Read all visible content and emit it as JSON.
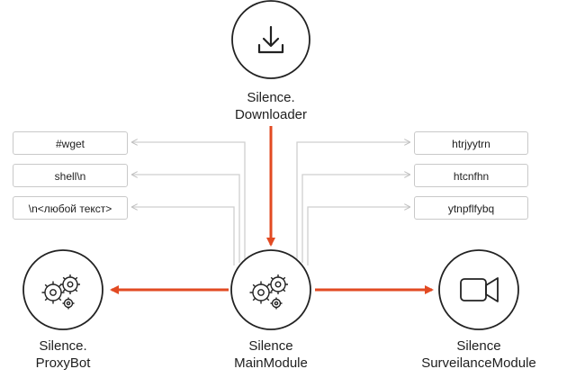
{
  "nodes": {
    "downloader": {
      "line1": "Silence.",
      "line2": "Downloader",
      "icon": "download-icon"
    },
    "proxybot": {
      "line1": "Silence.",
      "line2": "ProxyBot",
      "icon": "gears-icon"
    },
    "main": {
      "line1": "Silence",
      "line2": "MainModule",
      "icon": "gears-icon"
    },
    "surveillance": {
      "line1": "Silence",
      "line2": "SurveilanceModule",
      "icon": "video-camera-icon"
    }
  },
  "left_commands": [
    "#wget",
    "shell\\n",
    "\\n<любой текст>"
  ],
  "right_commands": [
    "htrjyytrn",
    "htcnfhn",
    "ytnpflfybq"
  ],
  "colors": {
    "arrow": "#e24a22",
    "connector": "#c8c8c8",
    "circle": "#222222"
  }
}
